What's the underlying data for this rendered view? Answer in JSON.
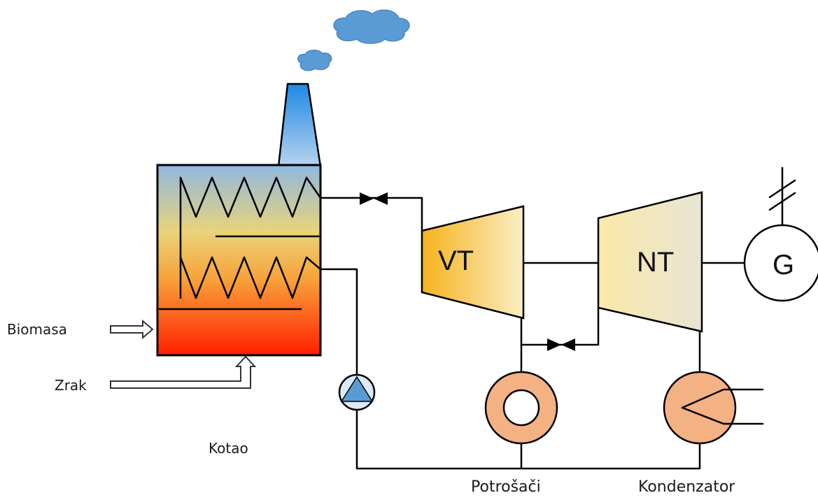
{
  "labels": {
    "biomass": "Biomasa",
    "air": "Zrak",
    "boiler": "Kotao",
    "hp_turbine": "VT",
    "lp_turbine": "NT",
    "generator": "G",
    "consumers": "Potrošači",
    "condenser": "Kondenzator"
  },
  "colors": {
    "smoke": "#5b9bd5",
    "chimney_top": "#2e86de",
    "boiler_top": "#8fb8e0",
    "boiler_bottom": "#ff2a00",
    "turbine_hp": "#f6b92b",
    "turbine_lp": "#f3e7b0",
    "consumer": "#f4b183",
    "pump": "#5b9bd5"
  }
}
